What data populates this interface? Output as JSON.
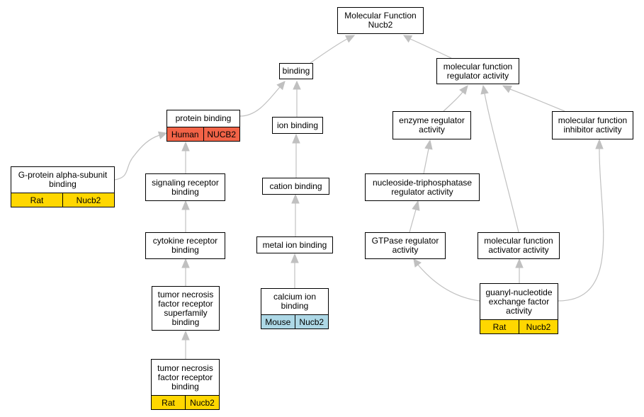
{
  "colors": {
    "edge": "#c0c0c0",
    "human": "#f26347",
    "mouse": "#add8e6",
    "rat": "#ffd700"
  },
  "nodes": {
    "root": {
      "label": "Molecular Function\nNucb2"
    },
    "binding": {
      "label": "binding"
    },
    "mfra": {
      "label": "molecular function\nregulator activity"
    },
    "protein": {
      "label": "protein binding",
      "species": "Human",
      "gene": "NUCB2"
    },
    "ion": {
      "label": "ion binding"
    },
    "enzreg": {
      "label": "enzyme regulator\nactivity"
    },
    "mfinh": {
      "label": "molecular function\ninhibitor activity"
    },
    "gprot": {
      "label": "G-protein alpha-subunit\nbinding",
      "species": "Rat",
      "gene": "Nucb2"
    },
    "sigrec": {
      "label": "signaling receptor\nbinding"
    },
    "cation": {
      "label": "cation binding"
    },
    "ntpase": {
      "label": "nucleoside-triphosphatase\nregulator activity"
    },
    "cytok": {
      "label": "cytokine receptor\nbinding"
    },
    "metal": {
      "label": "metal ion binding"
    },
    "gtpase": {
      "label": "GTPase regulator\nactivity"
    },
    "mfact": {
      "label": "molecular function\nactivator activity"
    },
    "tnfsf": {
      "label": "tumor necrosis\nfactor receptor\nsuperfamily\nbinding"
    },
    "calcium": {
      "label": "calcium ion\nbinding",
      "species": "Mouse",
      "gene": "Nucb2"
    },
    "gnef": {
      "label": "guanyl-nucleotide\nexchange factor\nactivity",
      "species": "Rat",
      "gene": "Nucb2"
    },
    "tnfr": {
      "label": "tumor necrosis\nfactor receptor\nbinding",
      "species": "Rat",
      "gene": "Nucb2"
    }
  }
}
